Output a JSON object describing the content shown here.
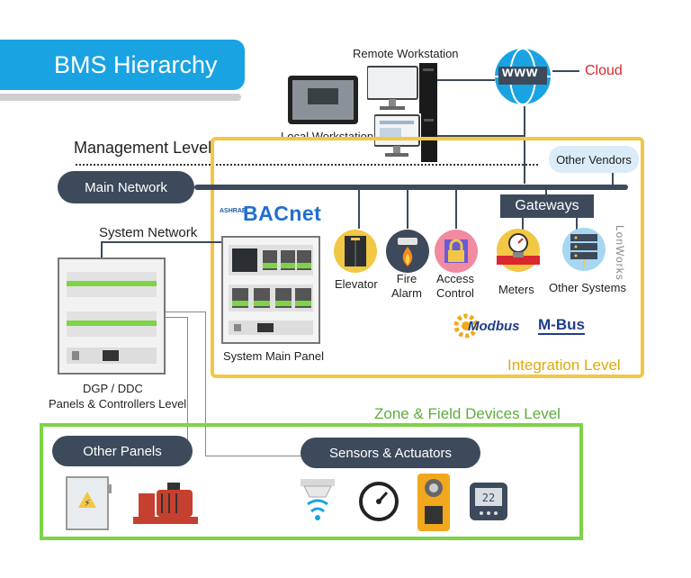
{
  "title": "BMS Hierarchy",
  "levels": {
    "management": "Management Level",
    "integration": "Integration Level",
    "zone": "Zone & Field Devices Level"
  },
  "network": {
    "main": "Main Network",
    "system": "System Network",
    "gateways": "Gateways",
    "other_vendors": "Other Vendors"
  },
  "workstations": {
    "remote": "Remote Workstation",
    "local": "Local Workstation"
  },
  "cloud": {
    "label": "Cloud",
    "www": "www"
  },
  "protocols": {
    "bacnet": "BACnet",
    "ashrae": "ASHRAE",
    "lonworks": "LonWorks",
    "modbus": "Modbus",
    "mbus": "M-Bus"
  },
  "panels": {
    "system_main": "System Main Panel",
    "dgp_line1": "DGP / DDC",
    "dgp_line2": "Panels & Controllers Level"
  },
  "systems": [
    {
      "label": "Elevator",
      "icon": "elevator-icon"
    },
    {
      "label": "Fire Alarm",
      "icon": "fire-alarm-icon"
    },
    {
      "label": "Access Control",
      "icon": "access-control-icon"
    },
    {
      "label": "Meters",
      "icon": "meter-icon"
    },
    {
      "label": "Other Systems",
      "icon": "server-icon"
    }
  ],
  "field": {
    "other_panels": "Other Panels",
    "sensors_actuators": "Sensors & Actuators"
  },
  "colors": {
    "accent_blue": "#1aa3e3",
    "dark_slate": "#3c4a5b",
    "integration_yellow": "#f2c744",
    "zone_green": "#7ed346",
    "cloud_red": "#d9272e"
  }
}
